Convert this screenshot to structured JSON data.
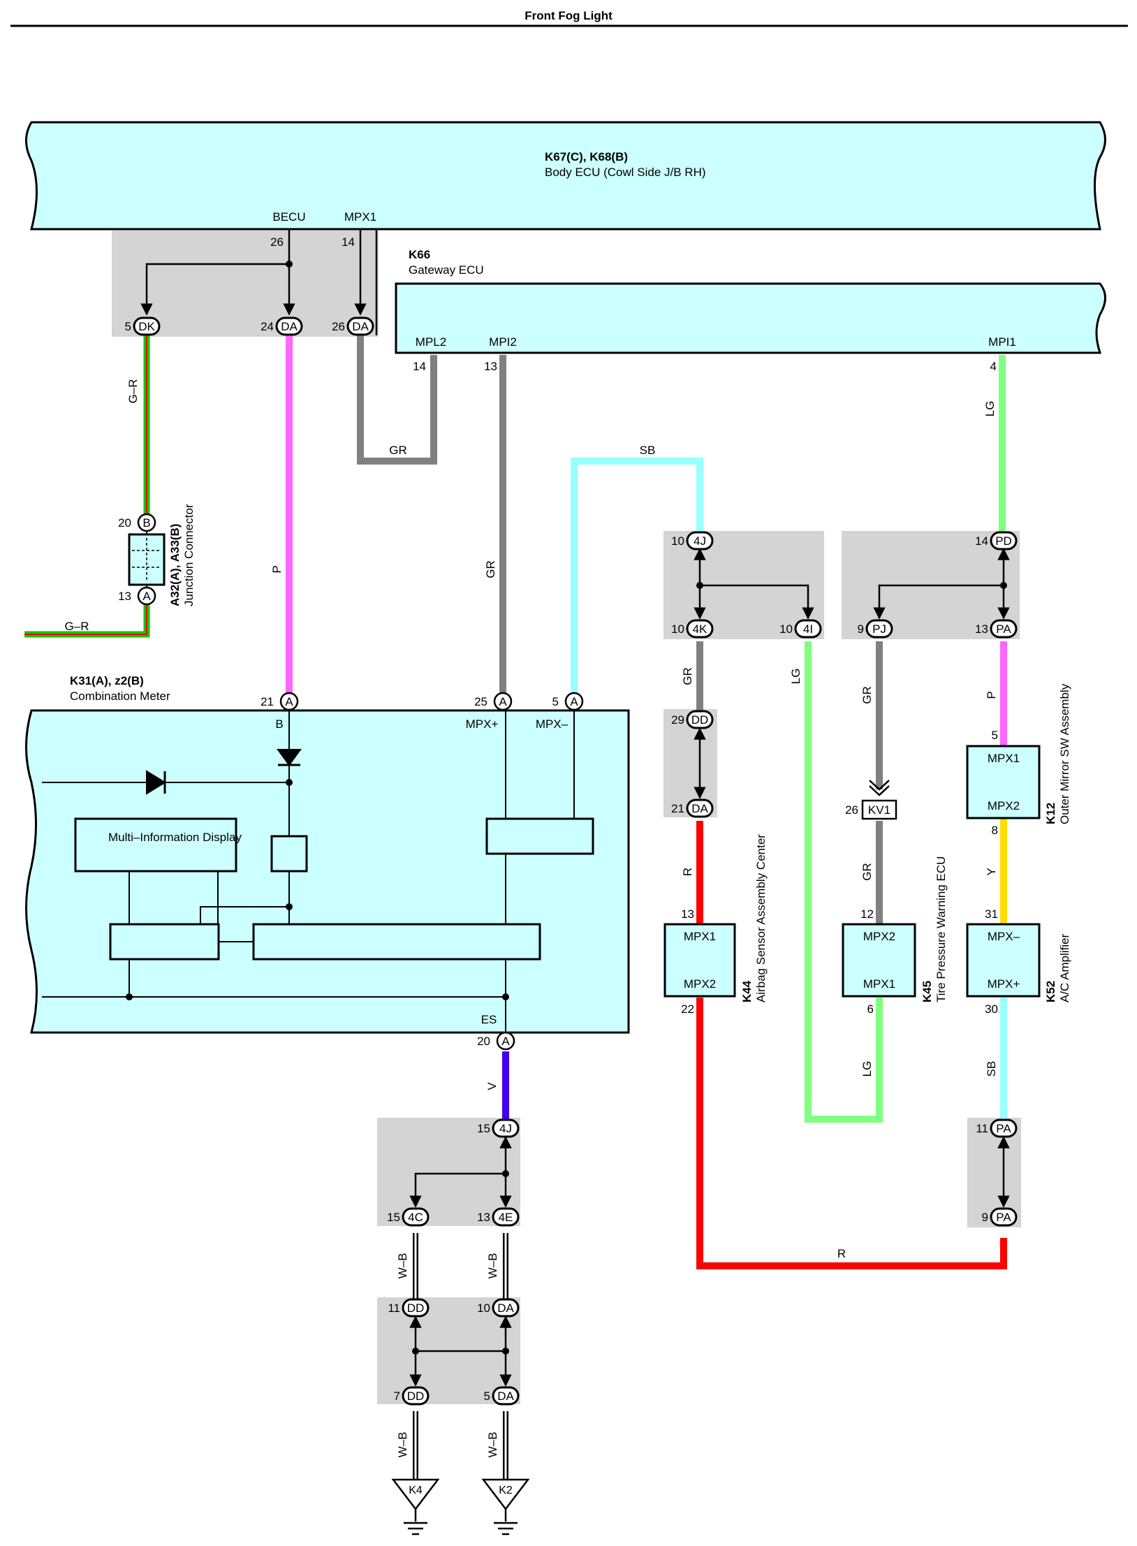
{
  "title": "Front Fog Light",
  "colors": {
    "fill": "#ccffff",
    "gray": "#d4d4d4",
    "P": "#ff66ff",
    "GR": "#808080",
    "SB": "#99ffff",
    "LG": "#80ff80",
    "R": "#ff0000",
    "Y": "#ffdd00",
    "V": "#4400ee",
    "G": "#00cc00"
  },
  "body_ecu": {
    "code": "K67(C), K68(B)",
    "name": "Body ECU (Cowl Side J/B RH)",
    "pin_becu": "BECU",
    "pin_mpx1": "MPX1",
    "n_becu": "26",
    "n_mpx1": "14"
  },
  "gateway": {
    "code": "K66",
    "name": "Gateway ECU",
    "mpl2": "MPL2",
    "mpi2": "MPI2",
    "mpi1": "MPI1",
    "n_mpl2": "14",
    "n_mpi2": "13",
    "n_mpi1": "4"
  },
  "jc": {
    "code": "A32(A), A33(B)",
    "name": "Junction Connector"
  },
  "meter": {
    "code": "K31(A), z2(B)",
    "name": "Combination Meter",
    "mid": "Multi–Information Display",
    "b": "B",
    "mpxp": "MPX+",
    "mpxm": "MPX–",
    "es": "ES"
  },
  "k44": {
    "code": "K44",
    "name": "Airbag Sensor Assembly Center",
    "p1": "MPX1",
    "p2": "MPX2",
    "n1": "13",
    "n2": "22"
  },
  "k45": {
    "code": "K45",
    "name": "Tire Pressure Warning ECU",
    "p1": "MPX2",
    "p2": "MPX1",
    "n1": "12",
    "n2": "6"
  },
  "k52": {
    "code": "K52",
    "name": "A/C Amplifier",
    "p1": "MPX–",
    "p2": "MPX+",
    "n1": "31",
    "n2": "30"
  },
  "k12": {
    "code": "K12",
    "name": "Outer Mirror SW Assembly",
    "p1": "MPX1",
    "p2": "MPX2",
    "n1": "5",
    "n2": "8"
  },
  "grounds": {
    "k4": "K4",
    "k2": "K2"
  },
  "wires": {
    "gr_wire": "G–R",
    "p": "P",
    "gr": "GR",
    "sb": "SB",
    "lg": "LG",
    "r": "R",
    "y": "Y",
    "v": "V",
    "wb": "W–B"
  },
  "connectors": [
    {
      "id": "DK",
      "n": "5"
    },
    {
      "id": "DA",
      "n": "24"
    },
    {
      "id": "DA",
      "n": "26"
    },
    {
      "id": "B",
      "n": "20"
    },
    {
      "id": "A",
      "n": "13"
    },
    {
      "id": "A",
      "n": "21"
    },
    {
      "id": "A",
      "n": "25"
    },
    {
      "id": "A",
      "n": "5"
    },
    {
      "id": "A",
      "n": "20"
    },
    {
      "id": "4J",
      "n": "10"
    },
    {
      "id": "4K",
      "n": "10"
    },
    {
      "id": "4I",
      "n": "10"
    },
    {
      "id": "PD",
      "n": "14"
    },
    {
      "id": "PJ",
      "n": "9"
    },
    {
      "id": "PA",
      "n": "13"
    },
    {
      "id": "DD",
      "n": "29"
    },
    {
      "id": "DA",
      "n": "21"
    },
    {
      "id": "KV1",
      "n": "26"
    },
    {
      "id": "PA",
      "n": "11"
    },
    {
      "id": "PA",
      "n": "9"
    },
    {
      "id": "4J",
      "n": "15"
    },
    {
      "id": "4C",
      "n": "15"
    },
    {
      "id": "4E",
      "n": "13"
    },
    {
      "id": "DD",
      "n": "11"
    },
    {
      "id": "DA",
      "n": "10"
    },
    {
      "id": "DD",
      "n": "7"
    },
    {
      "id": "DA",
      "n": "5"
    }
  ]
}
